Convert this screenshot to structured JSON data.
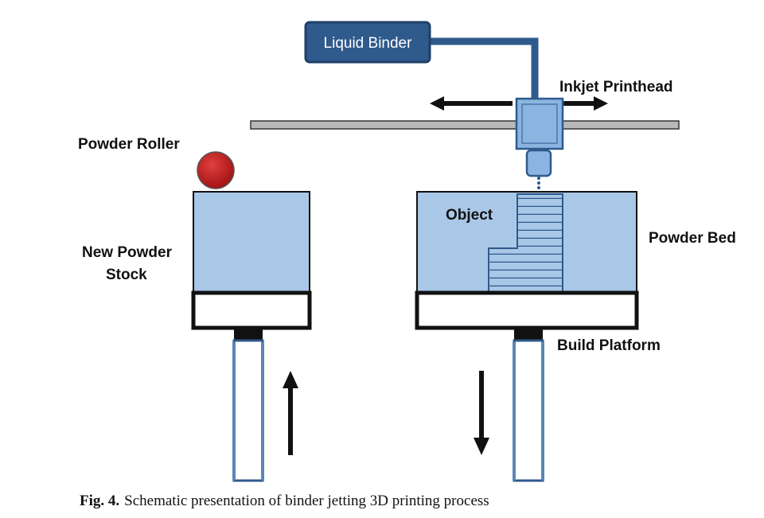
{
  "labels": {
    "liquid_binder": "Liquid Binder",
    "inkjet_printhead": "Inkjet Printhead",
    "powder_roller": "Powder Roller",
    "new_powder_line1": "New Powder",
    "new_powder_line2": "Stock",
    "object": "Object",
    "powder_bed": "Powder Bed",
    "build_platform": "Build Platform"
  },
  "caption": {
    "figure_number": "Fig. 4.",
    "text": "Schematic presentation of binder jetting 3D printing process"
  },
  "colors": {
    "binder_box": "#2f5a8c",
    "binder_border": "#1f3f66",
    "powder": "#a9c7e6",
    "printhead": "#8bb4e0",
    "roller": "#c0181b",
    "rail": "#b8b8b8",
    "outline": "#111111"
  }
}
